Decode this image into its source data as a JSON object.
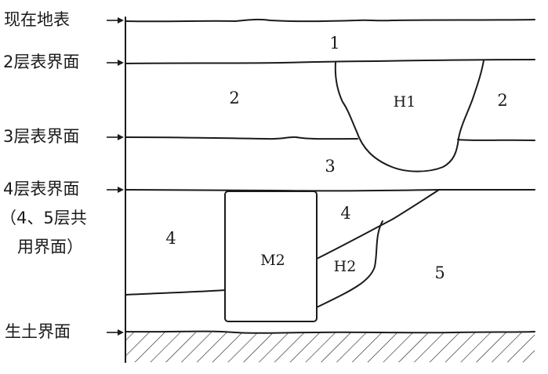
{
  "side_labels": {
    "modern_surface": "现在地表",
    "layer2_interface": "2层表界面",
    "layer3_interface": "3层表界面",
    "layer4_interface": "4层表界面",
    "shared_line1": "（4、5层共",
    "shared_line2": "用界面）",
    "subsoil_interface": "生土界面"
  },
  "regions": {
    "layer1": "1",
    "layer2_left": "2",
    "layer2_right": "2",
    "h1": "H1",
    "layer3": "3",
    "layer4_left": "4",
    "layer4_right": "4",
    "m2": "M2",
    "h2": "H2",
    "layer5": "5"
  }
}
